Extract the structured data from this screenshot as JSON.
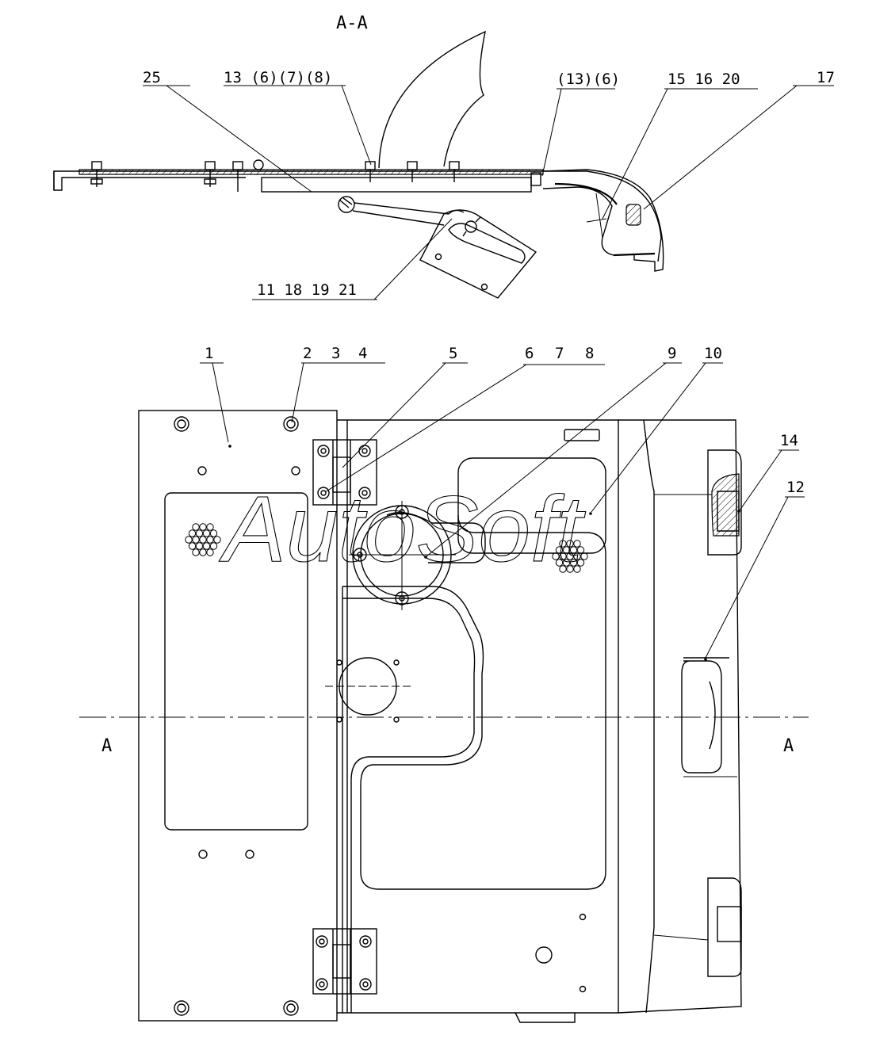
{
  "section": {
    "title": "A-A",
    "cut_left": "A",
    "cut_right": "A"
  },
  "watermark": "AutoSoft",
  "callouts": {
    "c1": "1",
    "c2": "2",
    "c3": "3",
    "c4": "4",
    "c5": "5",
    "c6": "6",
    "c7": "7",
    "c8": "8",
    "c9": "9",
    "c10": "10",
    "c12": "12",
    "c14": "14",
    "c17": "17",
    "c25": "25",
    "g13": "13 (6)(7)(8)",
    "g13b": "(13)(6)",
    "g15": "15  16  20",
    "g11": "11  18  19  21"
  }
}
